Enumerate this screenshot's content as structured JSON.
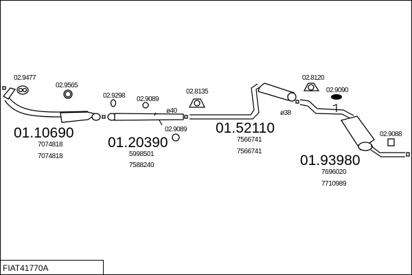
{
  "diagram_ref": "FIAT41770A",
  "parts": [
    {
      "number": "01.10690",
      "oe_numbers": [
        "7074818",
        "7074818"
      ]
    },
    {
      "number": "01.20390",
      "oe_numbers": [
        "5998501",
        "7588240"
      ]
    },
    {
      "number": "01.52110",
      "oe_numbers": [
        "7566741",
        "7566741"
      ]
    },
    {
      "number": "01.93980",
      "oe_numbers": [
        "7696020",
        "7710989"
      ]
    }
  ],
  "accessories": [
    "02.9477",
    "02.9565",
    "02.9298",
    "02.9089",
    "02.8135",
    "02.9089",
    "02.8120",
    "02.9090",
    "02.9088"
  ],
  "diameters": [
    "ø40",
    "ø38"
  ]
}
